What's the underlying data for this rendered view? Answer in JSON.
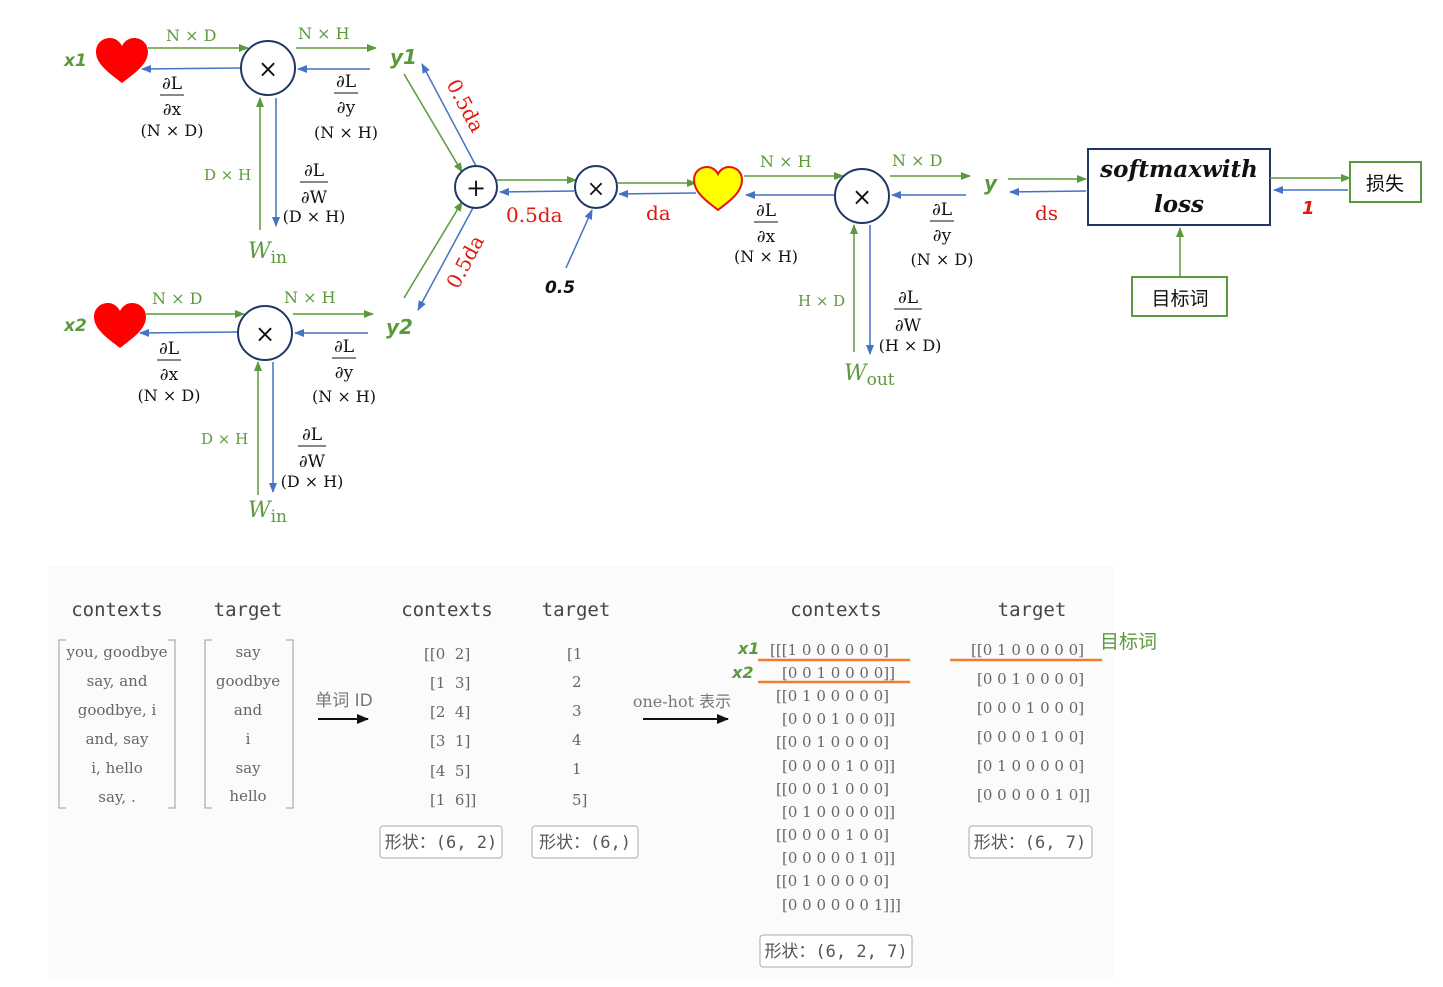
{
  "graph": {
    "top": {
      "input": "x1",
      "dim_in": "N × D",
      "dim_out": "N × H",
      "output": "y1",
      "grad_x": {
        "num": "∂L",
        "den": "∂x",
        "shape": "(N × D)"
      },
      "grad_y": {
        "num": "∂L",
        "den": "∂y",
        "shape": "(N × H)"
      },
      "w_dim": "D × H",
      "grad_w": {
        "num": "∂L",
        "den": "∂W",
        "shape": "(D × H)"
      },
      "weight": {
        "base": "W",
        "sub": "in"
      },
      "grad_label": "0.5da"
    },
    "bottom": {
      "input": "x2",
      "dim_in": "N × D",
      "dim_out": "N × H",
      "output": "y2",
      "grad_x": {
        "num": "∂L",
        "den": "∂x",
        "shape": "(N × D)"
      },
      "grad_y": {
        "num": "∂L",
        "den": "∂y",
        "shape": "(N × H)"
      },
      "w_dim": "D × H",
      "grad_w": {
        "num": "∂L",
        "den": "∂W",
        "shape": "(D × H)"
      },
      "weight": {
        "base": "W",
        "sub": "in"
      },
      "grad_label": "0.5da"
    },
    "sum_node": "+",
    "mul_node": "×",
    "sum_grad": "0.5da",
    "scale_input": "0.5",
    "scale_grad": "da",
    "output_layer": {
      "dim_in": "N × H",
      "dim_out": "N × D",
      "output": "y",
      "grad_x": {
        "num": "∂L",
        "den": "∂x",
        "shape": "(N × H)"
      },
      "grad_y": {
        "num": "∂L",
        "den": "∂y",
        "shape": "(N × D)"
      },
      "w_dim": "H × D",
      "grad_w": {
        "num": "∂L",
        "den": "∂W",
        "shape": "(H × D)"
      },
      "weight": {
        "base": "W",
        "sub": "out"
      },
      "grad_label": "ds"
    },
    "softmax": {
      "line1": "softmaxwith",
      "line2": "loss"
    },
    "loss_box": "损失",
    "loss_grad": "1",
    "target_box": "目标词"
  },
  "tables": {
    "left": {
      "contexts_header": "contexts",
      "target_header": "target",
      "contexts": [
        "you, goodbye",
        "say, and",
        "goodbye, i",
        "and, say",
        "i, hello",
        "say, ."
      ],
      "targets": [
        "say",
        "goodbye",
        "and",
        "i",
        "say",
        "hello"
      ],
      "arrow_label": "单词 ID"
    },
    "middle": {
      "contexts_header": "contexts",
      "target_header": "target",
      "contexts": [
        "[[0  2]",
        "[1  3]",
        "[2  4]",
        "[3  1]",
        "[4  5]",
        "[1  6]]"
      ],
      "targets": [
        "[1",
        "2",
        "3",
        "4",
        "1",
        "5]"
      ],
      "contexts_shape": "形状：(6, 2)",
      "target_shape": "形状：(6,)",
      "arrow_label": "one-hot 表示"
    },
    "right": {
      "contexts_header": "contexts",
      "target_header": "target",
      "contexts": [
        "[[[1 0 0 0 0 0 0]",
        "[0 0 1 0 0 0 0]]",
        "[[0 1 0 0 0 0 0]",
        "[0 0 0 1 0 0 0]]",
        "[[0 0 1 0 0 0 0]",
        "[0 0 0 0 1 0 0]]",
        "[[0 0 0 1 0 0 0]",
        "[0 1 0 0 0 0 0]]",
        "[[0 0 0 0 1 0 0]",
        "[0 0 0 0 0 1 0]]",
        "[[0 1 0 0 0 0 0]",
        "[0 0 0 0 0 0 1]]]"
      ],
      "targets": [
        "[[0 1 0 0 0 0 0]",
        "[0 0 1 0 0 0 0]",
        "[0 0 0 1 0 0 0]",
        "[0 0 0 0 1 0 0]",
        "[0 1 0 0 0 0 0]",
        "[0 0 0 0 0 1 0]]"
      ],
      "contexts_shape": "形状：(6, 2, 7)",
      "target_shape": "形状：(6, 7)",
      "annot_x1": "x1",
      "annot_x2": "x2",
      "annot_target": "目标词"
    }
  },
  "colors": {
    "forward": "#5b9a3c",
    "backward": "#4472c4",
    "gradient_text": "#e3170d",
    "heart": "#ff0000",
    "heart_yellow": "#ffff00",
    "highlight_line": "#ed7d31",
    "node_stroke": "#1f3864"
  },
  "icons": [
    "heart-icon",
    "multiply-node-icon",
    "add-node-icon",
    "right-arrow-icon"
  ]
}
